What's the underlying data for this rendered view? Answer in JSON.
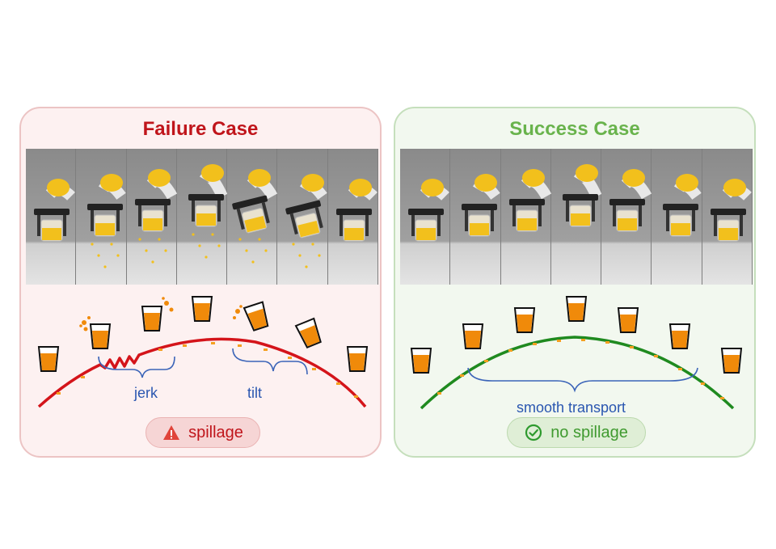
{
  "failure": {
    "title": "Failure Case",
    "label_jerk": "jerk",
    "label_tilt": "tilt",
    "status": "spillage",
    "status_icon": "warning-icon",
    "color": "#c0151b"
  },
  "success": {
    "title": "Success Case",
    "label_smooth": "smooth transport",
    "status": "no spillage",
    "status_icon": "check-circle-icon",
    "color": "#1f8a1f"
  },
  "colors": {
    "liquid": "#f08a0a",
    "marker": "#f4a020",
    "brace": "#3b64b8",
    "robot_yellow": "#f2c01c"
  }
}
